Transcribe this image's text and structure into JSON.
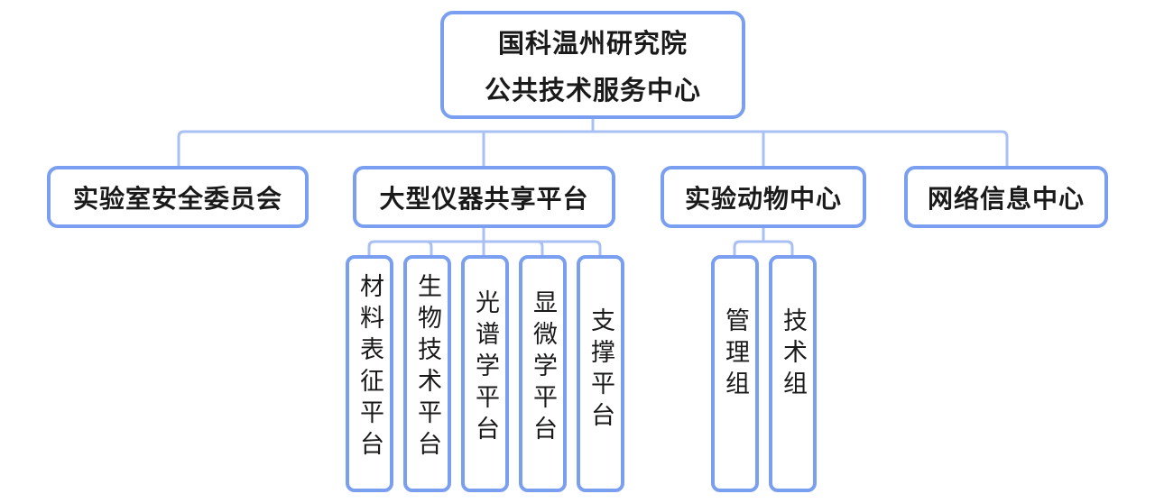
{
  "root": {
    "line1": "国科温州研究院",
    "line2": "公共技术服务中心"
  },
  "departments": [
    {
      "label": "实验室安全委员会"
    },
    {
      "label": "大型仪器共享平台"
    },
    {
      "label": "实验动物中心"
    },
    {
      "label": "网络信息中心"
    }
  ],
  "instrument_platforms": [
    {
      "label": "材料表征平台"
    },
    {
      "label": "生物技术平台"
    },
    {
      "label": "光谱学平台"
    },
    {
      "label": "显微学平台"
    },
    {
      "label": "支撑平台"
    }
  ],
  "animal_groups": [
    {
      "label": "管理组"
    },
    {
      "label": "技术组"
    }
  ],
  "colors": {
    "border": "#7a9ff0",
    "connector": "#a9c0f5",
    "text": "#1a1a1a"
  }
}
